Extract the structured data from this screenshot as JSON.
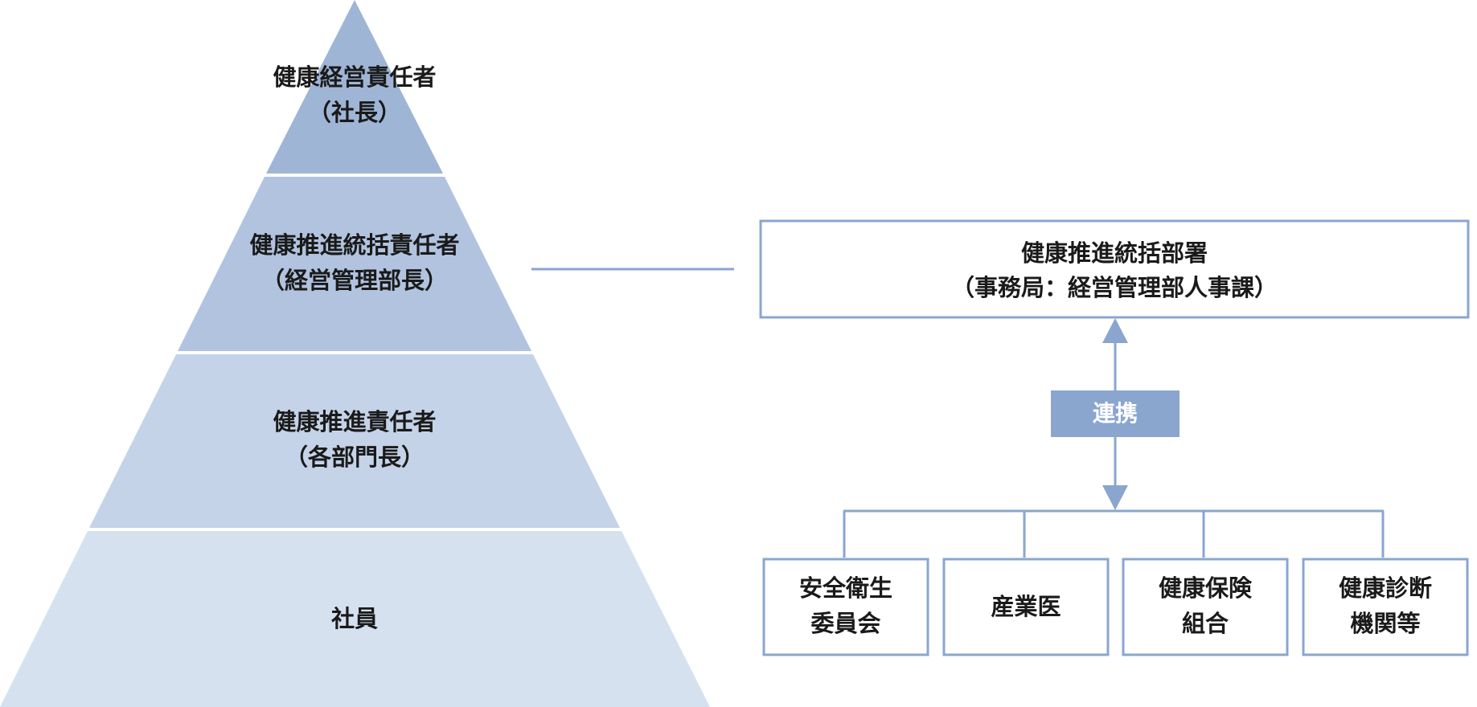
{
  "pyramid": {
    "levels": [
      {
        "line1": "健康経営責任者",
        "line2": "（社長）",
        "color": "#9fb5d6"
      },
      {
        "line1": "健康推進統括責任者",
        "line2": "（経営管理部長）",
        "color": "#b1c3df"
      },
      {
        "line1": "健康推進責任者",
        "line2": "（各部門長）",
        "color": "#c5d3e8"
      },
      {
        "line1": "社員",
        "line2": "",
        "color": "#d6e1ef"
      }
    ]
  },
  "hq": {
    "line1": "健康推進統括部署",
    "line2": "（事務局：経営管理部人事課）"
  },
  "link": {
    "label": "連携",
    "color": "#8aa6cf"
  },
  "partners": [
    {
      "line1": "安全衛生",
      "line2": "委員会"
    },
    {
      "line1": "産業医",
      "line2": ""
    },
    {
      "line1": "健康保険",
      "line2": "組合"
    },
    {
      "line1": "健康診断",
      "line2": "機関等"
    }
  ],
  "colors": {
    "line": "#8aa6cf",
    "border": "#8aa6cf"
  }
}
